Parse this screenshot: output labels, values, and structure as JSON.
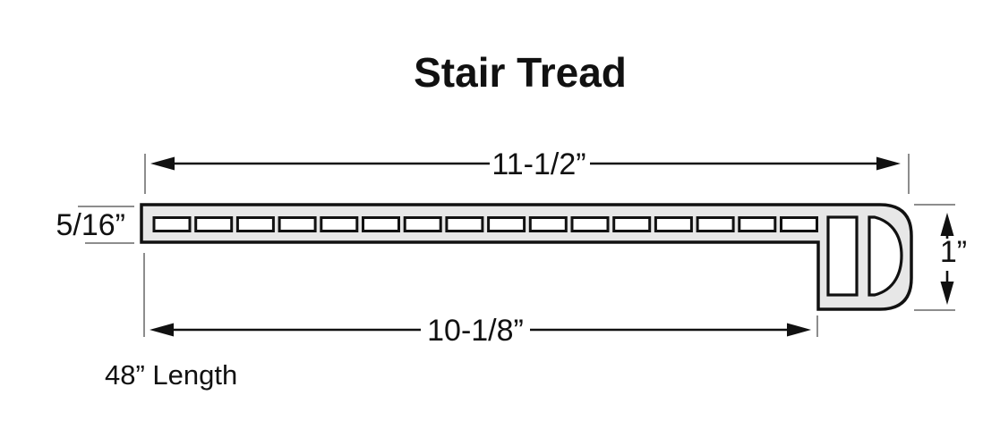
{
  "title": "Stair Tread",
  "labels": {
    "overall_width": "11-1/2”",
    "thickness": "5/16”",
    "nose_height": "1”",
    "tread_depth": "10-1/8”",
    "length_note": "48” Length"
  },
  "profile": {
    "slot_count": 16,
    "nose_cutouts": [
      "rectangle",
      "d-shape"
    ]
  },
  "colors": {
    "background": "#ffffff",
    "outline": "#111111",
    "body_fill": "#e7e7e7",
    "slot_fill": "#ffffff",
    "extension_line": "#8d8d8d",
    "text": "#111111"
  }
}
